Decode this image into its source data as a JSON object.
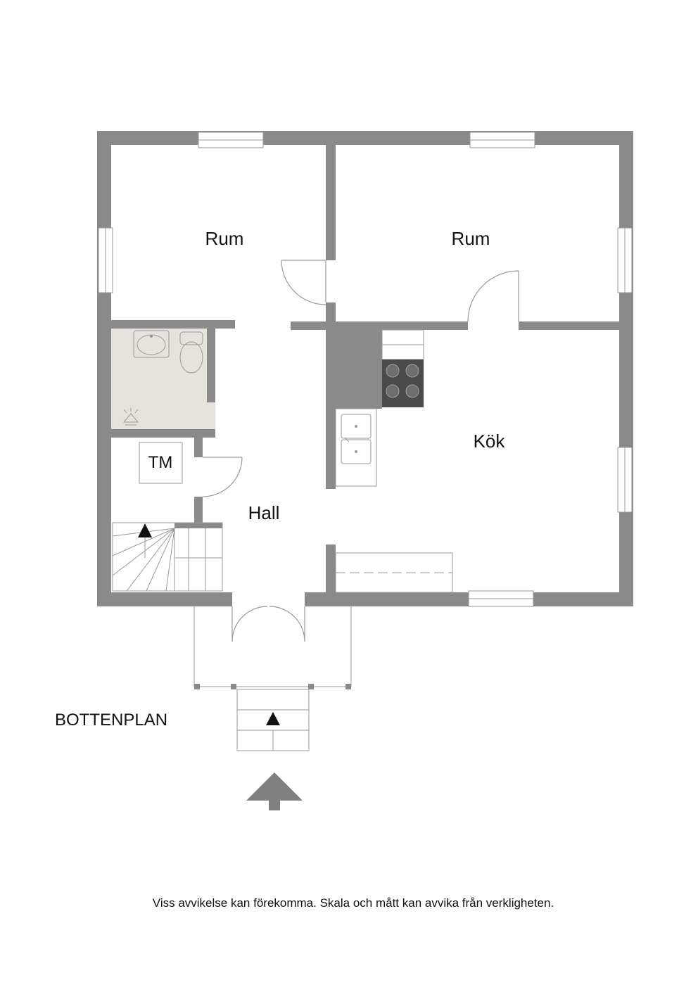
{
  "rooms": {
    "rum_left": "Rum",
    "rum_right": "Rum",
    "kok": "Kök",
    "hall": "Hall",
    "tm": "TM"
  },
  "floor_name": "BOTTENPLAN",
  "disclaimer": "Viss avvikelse kan förekomma. Skala och mått kan avvika från verkligheten.",
  "colors": {
    "wall": "#8a8a8a",
    "bathroom_floor": "#e6e3dd",
    "stove": "#4a4a4a",
    "entry_arrow": "#808080"
  }
}
